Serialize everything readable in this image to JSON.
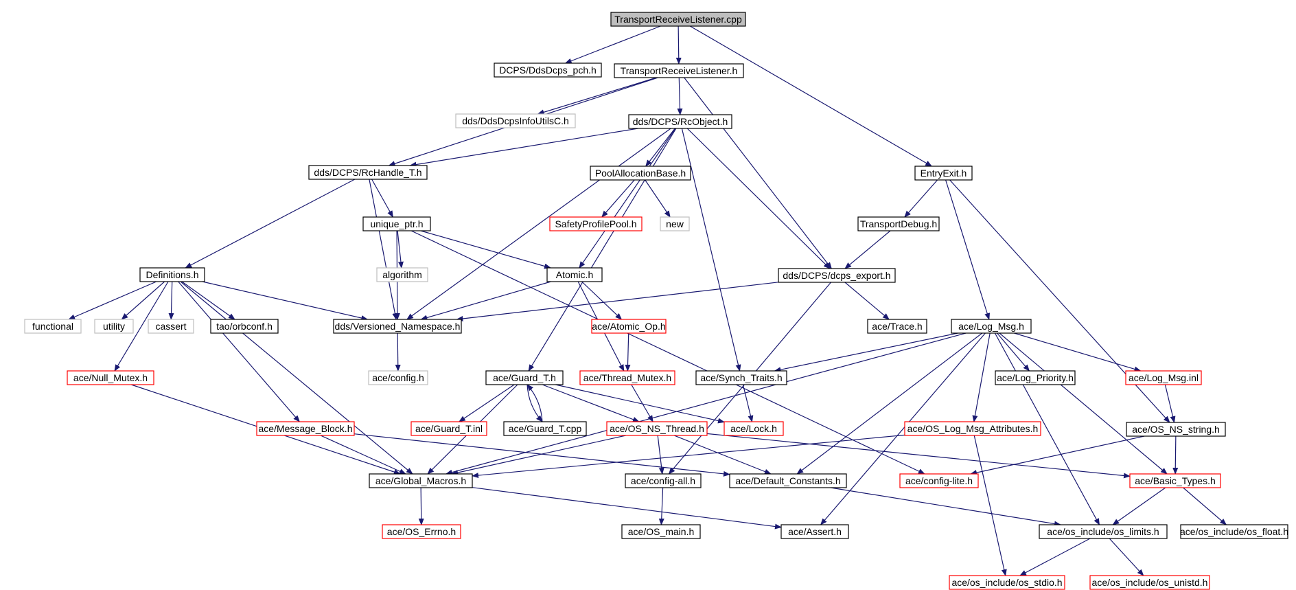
{
  "colors": {
    "edge": "#191970",
    "root_fill": "#bfbfbf",
    "node_fill": "#ffffff",
    "border_internal": "#000000",
    "border_truncated": "#ff0000",
    "border_external": "#bfbfbf",
    "text": "#000000"
  },
  "nodes": [
    {
      "id": "root",
      "label": "TransportReceiveListener.cpp",
      "kind": "root"
    },
    {
      "id": "ddsdcps_pch",
      "label": "DCPS/DdsDcps_pch.h",
      "kind": "internal"
    },
    {
      "id": "trl_h",
      "label": "TransportReceiveListener.h",
      "kind": "internal"
    },
    {
      "id": "entryexit",
      "label": "EntryExit.h",
      "kind": "internal"
    },
    {
      "id": "infoutils",
      "label": "dds/DdsDcpsInfoUtilsC.h",
      "kind": "external"
    },
    {
      "id": "rcobject",
      "label": "dds/DCPS/RcObject.h",
      "kind": "internal"
    },
    {
      "id": "rchandle",
      "label": "dds/DCPS/RcHandle_T.h",
      "kind": "internal"
    },
    {
      "id": "poolalloc",
      "label": "PoolAllocationBase.h",
      "kind": "internal"
    },
    {
      "id": "safetypool",
      "label": "SafetyProfilePool.h",
      "kind": "truncated"
    },
    {
      "id": "new",
      "label": "new",
      "kind": "external"
    },
    {
      "id": "unique_ptr",
      "label": "unique_ptr.h",
      "kind": "internal"
    },
    {
      "id": "algorithm",
      "label": "algorithm",
      "kind": "external"
    },
    {
      "id": "definitions",
      "label": "Definitions.h",
      "kind": "internal"
    },
    {
      "id": "atomic",
      "label": "Atomic.h",
      "kind": "internal"
    },
    {
      "id": "transportdebug",
      "label": "TransportDebug.h",
      "kind": "internal"
    },
    {
      "id": "dcps_export",
      "label": "dds/DCPS/dcps_export.h",
      "kind": "internal"
    },
    {
      "id": "functional",
      "label": "functional",
      "kind": "external"
    },
    {
      "id": "utility",
      "label": "utility",
      "kind": "external"
    },
    {
      "id": "cassert",
      "label": "cassert",
      "kind": "external"
    },
    {
      "id": "orbconf",
      "label": "tao/orbconf.h",
      "kind": "internal"
    },
    {
      "id": "versioned",
      "label": "dds/Versioned_Namespace.h",
      "kind": "internal"
    },
    {
      "id": "atomic_op",
      "label": "ace/Atomic_Op.h",
      "kind": "truncated"
    },
    {
      "id": "ace_trace",
      "label": "ace/Trace.h",
      "kind": "internal"
    },
    {
      "id": "log_msg",
      "label": "ace/Log_Msg.h",
      "kind": "internal"
    },
    {
      "id": "ace_config",
      "label": "ace/config.h",
      "kind": "external"
    },
    {
      "id": "null_mutex",
      "label": "ace/Null_Mutex.h",
      "kind": "truncated"
    },
    {
      "id": "guard_t",
      "label": "ace/Guard_T.h",
      "kind": "internal"
    },
    {
      "id": "thread_mutex",
      "label": "ace/Thread_Mutex.h",
      "kind": "truncated"
    },
    {
      "id": "synch_traits",
      "label": "ace/Synch_Traits.h",
      "kind": "internal"
    },
    {
      "id": "log_priority",
      "label": "ace/Log_Priority.h",
      "kind": "internal"
    },
    {
      "id": "log_msg_inl",
      "label": "ace/Log_Msg.inl",
      "kind": "truncated"
    },
    {
      "id": "message_block",
      "label": "ace/Message_Block.h",
      "kind": "truncated"
    },
    {
      "id": "guard_inl",
      "label": "ace/Guard_T.inl",
      "kind": "truncated"
    },
    {
      "id": "guard_cpp",
      "label": "ace/Guard_T.cpp",
      "kind": "internal"
    },
    {
      "id": "os_ns_thread",
      "label": "ace/OS_NS_Thread.h",
      "kind": "truncated"
    },
    {
      "id": "ace_lock",
      "label": "ace/Lock.h",
      "kind": "truncated"
    },
    {
      "id": "os_log_attr",
      "label": "ace/OS_Log_Msg_Attributes.h",
      "kind": "truncated"
    },
    {
      "id": "os_ns_string",
      "label": "ace/OS_NS_string.h",
      "kind": "internal"
    },
    {
      "id": "global_macros",
      "label": "ace/Global_Macros.h",
      "kind": "internal"
    },
    {
      "id": "config_all",
      "label": "ace/config-all.h",
      "kind": "internal"
    },
    {
      "id": "default_consts",
      "label": "ace/Default_Constants.h",
      "kind": "internal"
    },
    {
      "id": "config_lite",
      "label": "ace/config-lite.h",
      "kind": "truncated"
    },
    {
      "id": "basic_types",
      "label": "ace/Basic_Types.h",
      "kind": "truncated"
    },
    {
      "id": "os_errno",
      "label": "ace/OS_Errno.h",
      "kind": "truncated"
    },
    {
      "id": "os_main",
      "label": "ace/OS_main.h",
      "kind": "internal"
    },
    {
      "id": "ace_assert",
      "label": "ace/Assert.h",
      "kind": "internal"
    },
    {
      "id": "os_limits",
      "label": "ace/os_include/os_limits.h",
      "kind": "internal"
    },
    {
      "id": "os_float",
      "label": "ace/os_include/os_float.h",
      "kind": "internal"
    },
    {
      "id": "os_stdio",
      "label": "ace/os_include/os_stdio.h",
      "kind": "truncated"
    },
    {
      "id": "os_unistd",
      "label": "ace/os_include/os_unistd.h",
      "kind": "truncated"
    }
  ],
  "edges": [
    [
      "root",
      "ddsdcps_pch"
    ],
    [
      "root",
      "trl_h"
    ],
    [
      "root",
      "entryexit"
    ],
    [
      "trl_h",
      "infoutils"
    ],
    [
      "trl_h",
      "rcobject"
    ],
    [
      "trl_h",
      "rchandle"
    ],
    [
      "trl_h",
      "dcps_export"
    ],
    [
      "rcobject",
      "rchandle"
    ],
    [
      "rcobject",
      "poolalloc"
    ],
    [
      "rcobject",
      "atomic"
    ],
    [
      "rcobject",
      "versioned"
    ],
    [
      "rcobject",
      "guard_t"
    ],
    [
      "rcobject",
      "synch_traits"
    ],
    [
      "rcobject",
      "dcps_export"
    ],
    [
      "rchandle",
      "unique_ptr"
    ],
    [
      "rchandle",
      "definitions"
    ],
    [
      "rchandle",
      "versioned"
    ],
    [
      "poolalloc",
      "safetypool"
    ],
    [
      "poolalloc",
      "new"
    ],
    [
      "unique_ptr",
      "algorithm"
    ],
    [
      "unique_ptr",
      "atomic"
    ],
    [
      "unique_ptr",
      "versioned"
    ],
    [
      "unique_ptr",
      "config_lite"
    ],
    [
      "definitions",
      "functional"
    ],
    [
      "definitions",
      "utility"
    ],
    [
      "definitions",
      "cassert"
    ],
    [
      "definitions",
      "orbconf"
    ],
    [
      "definitions",
      "versioned"
    ],
    [
      "definitions",
      "null_mutex"
    ],
    [
      "definitions",
      "message_block"
    ],
    [
      "definitions",
      "global_macros"
    ],
    [
      "atomic",
      "versioned"
    ],
    [
      "atomic",
      "atomic_op"
    ],
    [
      "atomic",
      "thread_mutex"
    ],
    [
      "entryexit",
      "transportdebug"
    ],
    [
      "entryexit",
      "log_msg"
    ],
    [
      "entryexit",
      "os_ns_string"
    ],
    [
      "transportdebug",
      "dcps_export"
    ],
    [
      "dcps_export",
      "versioned"
    ],
    [
      "dcps_export",
      "ace_trace"
    ],
    [
      "dcps_export",
      "config_all"
    ],
    [
      "versioned",
      "ace_config"
    ],
    [
      "atomic_op",
      "thread_mutex"
    ],
    [
      "thread_mutex",
      "os_ns_thread"
    ],
    [
      "null_mutex",
      "global_macros"
    ],
    [
      "guard_t",
      "guard_inl"
    ],
    [
      "guard_t",
      "guard_cpp"
    ],
    [
      "guard_cpp",
      "guard_t"
    ],
    [
      "guard_t",
      "os_ns_thread"
    ],
    [
      "guard_t",
      "ace_lock"
    ],
    [
      "guard_t",
      "global_macros"
    ],
    [
      "synch_traits",
      "ace_lock"
    ],
    [
      "log_msg",
      "synch_traits"
    ],
    [
      "log_msg",
      "log_priority"
    ],
    [
      "log_msg",
      "log_msg_inl"
    ],
    [
      "log_msg",
      "os_log_attr"
    ],
    [
      "log_msg",
      "global_macros"
    ],
    [
      "log_msg",
      "default_consts"
    ],
    [
      "log_msg",
      "ace_assert"
    ],
    [
      "log_msg",
      "os_limits"
    ],
    [
      "log_msg",
      "basic_types"
    ],
    [
      "log_msg_inl",
      "os_ns_string"
    ],
    [
      "message_block",
      "global_macros"
    ],
    [
      "message_block",
      "default_consts"
    ],
    [
      "os_ns_thread",
      "global_macros"
    ],
    [
      "os_ns_thread",
      "config_all"
    ],
    [
      "os_ns_thread",
      "default_consts"
    ],
    [
      "os_ns_thread",
      "basic_types"
    ],
    [
      "os_log_attr",
      "global_macros"
    ],
    [
      "os_log_attr",
      "os_stdio"
    ],
    [
      "os_ns_string",
      "basic_types"
    ],
    [
      "os_ns_string",
      "config_lite"
    ],
    [
      "global_macros",
      "os_errno"
    ],
    [
      "global_macros",
      "ace_assert"
    ],
    [
      "config_all",
      "os_main"
    ],
    [
      "default_consts",
      "os_limits"
    ],
    [
      "basic_types",
      "os_limits"
    ],
    [
      "basic_types",
      "os_float"
    ],
    [
      "os_limits",
      "os_stdio"
    ],
    [
      "os_limits",
      "os_unistd"
    ]
  ]
}
